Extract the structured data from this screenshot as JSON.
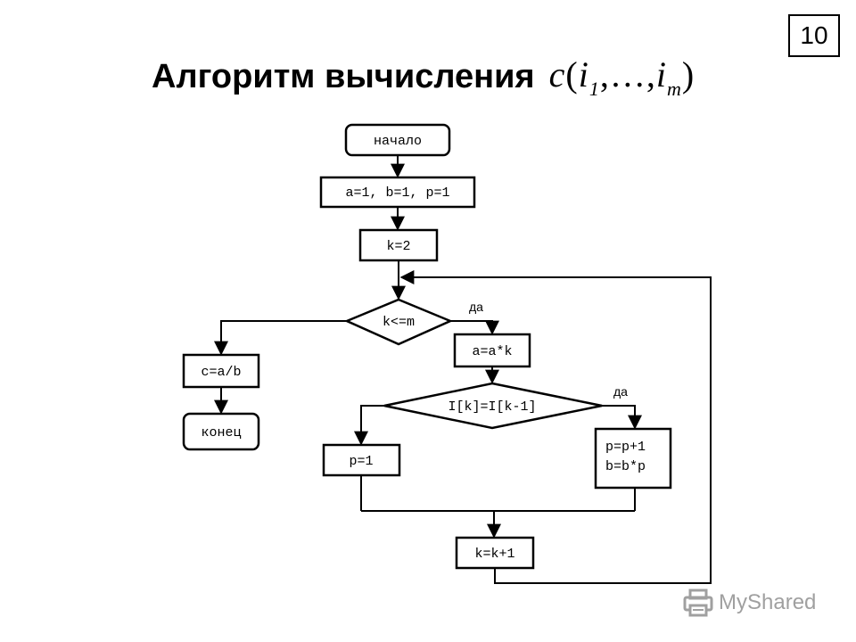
{
  "slide_number": "10",
  "title": {
    "text": "Алгоритм вычисления",
    "formula": {
      "fn": "c",
      "open": "(",
      "var1": "i",
      "sub1": "1",
      "sep": ",…,",
      "var2": "i",
      "sub2": "m",
      "close": ")"
    }
  },
  "flowchart": {
    "start": "начало",
    "init": "a=1, b=1, p=1",
    "k_init": "k=2",
    "loop_condition": "k<=m",
    "loop_yes_label": "да",
    "mult": "a=a*k",
    "compare_condition": "I[k]=I[k-1]",
    "compare_yes_label": "да",
    "reset_p": "p=1",
    "update_p": "p=p+1",
    "update_b": "b=b*p",
    "increment": "k=k+1",
    "result": "c=a/b",
    "end": "конец"
  },
  "watermark": {
    "text": "MyShared",
    "icon": "printer-icon"
  }
}
